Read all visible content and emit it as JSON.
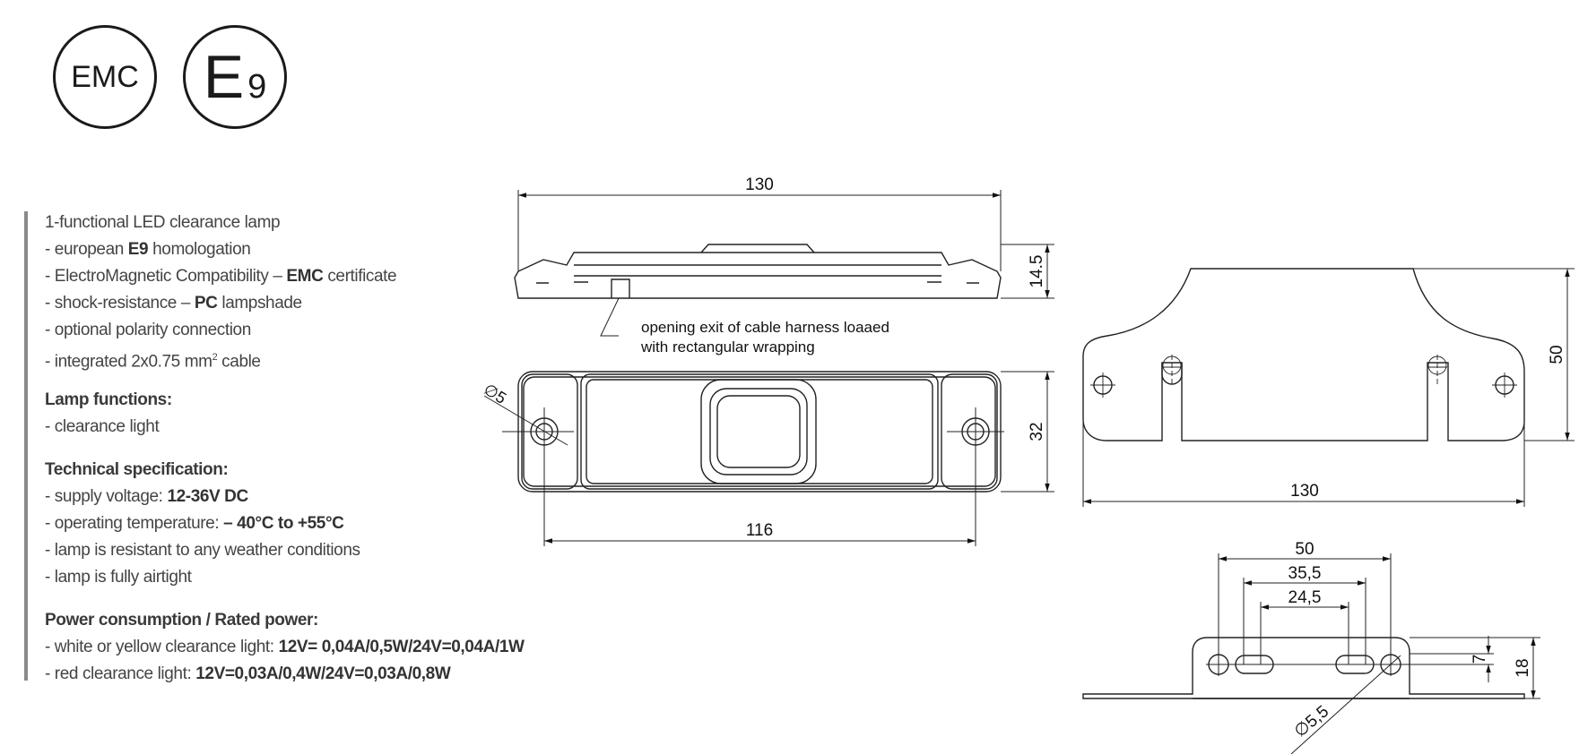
{
  "certificates": {
    "emc": "EMC",
    "e9_letter": "E",
    "e9_number": "9"
  },
  "features": [
    {
      "parts": [
        {
          "text": "1-functional LED clearance lamp",
          "bold": false
        }
      ]
    },
    {
      "parts": [
        {
          "text": "- european ",
          "bold": false
        },
        {
          "text": "E9",
          "bold": true
        },
        {
          "text": " homologation",
          "bold": false
        }
      ]
    },
    {
      "parts": [
        {
          "text": "- ElectroMagnetic Compatibility – ",
          "bold": false
        },
        {
          "text": "EMC",
          "bold": true
        },
        {
          "text": " certificate",
          "bold": false
        }
      ]
    },
    {
      "parts": [
        {
          "text": "- shock-resistance – ",
          "bold": false
        },
        {
          "text": "PC",
          "bold": true
        },
        {
          "text": " lampshade",
          "bold": false
        }
      ]
    },
    {
      "parts": [
        {
          "text": "- optional polarity connection",
          "bold": false
        }
      ]
    },
    {
      "parts": [
        {
          "text": "- integrated 2x0.75 mm",
          "bold": false
        },
        {
          "text": "2",
          "bold": false,
          "sup": true
        },
        {
          "text": " cable",
          "bold": false
        }
      ]
    }
  ],
  "lamp_functions": {
    "heading": "Lamp functions:",
    "items": [
      {
        "parts": [
          {
            "text": "- clearance light",
            "bold": false
          }
        ]
      }
    ]
  },
  "technical": {
    "heading": "Technical specification:",
    "items": [
      {
        "parts": [
          {
            "text": "- supply voltage: ",
            "bold": false
          },
          {
            "text": "12-36V DC",
            "bold": true
          }
        ]
      },
      {
        "parts": [
          {
            "text": "- operating temperature: ",
            "bold": false
          },
          {
            "text": "– 40°C to +55°C",
            "bold": true
          }
        ]
      },
      {
        "parts": [
          {
            "text": "- lamp is resistant to any weather conditions",
            "bold": false
          }
        ]
      },
      {
        "parts": [
          {
            "text": "- lamp is fully airtight",
            "bold": false
          }
        ]
      }
    ]
  },
  "power": {
    "heading": "Power consumption / Rated power:",
    "items": [
      {
        "parts": [
          {
            "text": "- white or yellow clearance light: ",
            "bold": false
          },
          {
            "text": "12V= 0,04A/0,5W/24V=0,04A/1W",
            "bold": true
          }
        ]
      },
      {
        "parts": [
          {
            "text": "- red clearance light: ",
            "bold": false
          },
          {
            "text": "12V=0,03A/0,4W/24V=0,03A/0,8W",
            "bold": true
          }
        ]
      }
    ]
  },
  "drawing": {
    "side_view": {
      "length": "130",
      "height": "14.5"
    },
    "note_line1": "opening exit of cable harness loaaed",
    "note_line2": "with rectangular wrapping",
    "top_view": {
      "hole_diameter": "∅5",
      "hole_spacing": "116",
      "width": "32"
    },
    "bracket": {
      "length": "130",
      "height": "50"
    },
    "bracket_front": {
      "spacing_outer": "50",
      "spacing_middle": "35,5",
      "spacing_inner": "24,5",
      "offset": "7",
      "height": "18",
      "hole_diameter": "∅5,5"
    }
  }
}
